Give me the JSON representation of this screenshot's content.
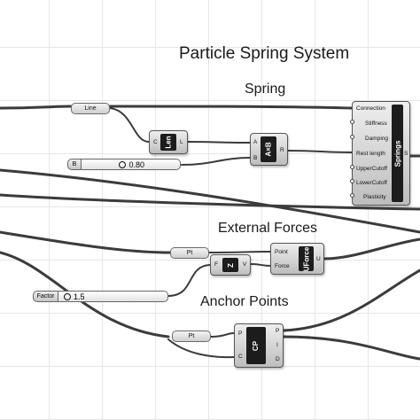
{
  "titles": {
    "main": "Particle Spring System",
    "spring": "Spring",
    "external": "External Forces",
    "anchor": "Anchor Points"
  },
  "params": {
    "line": "Line",
    "pt1": "Pt",
    "pt2": "Pt"
  },
  "sliders": {
    "b": {
      "name": "B",
      "value": "0.80"
    },
    "factor": {
      "name": "Factor",
      "value": "1.5"
    }
  },
  "components": {
    "len": {
      "name": "Len",
      "inputs": [
        "C"
      ],
      "outputs": [
        "L"
      ]
    },
    "axb": {
      "name": "A×B",
      "inputs": [
        "A",
        "B"
      ],
      "outputs": [
        "R"
      ]
    },
    "springs": {
      "name": "Springs",
      "inputs": [
        "Connection",
        "Stiffness",
        "Damping",
        "Rest length",
        "UpperCutoff",
        "LowerCutoff",
        "Plasticity"
      ],
      "outputs": [
        "S"
      ]
    },
    "uforce": {
      "name": "UForce",
      "inputs": [
        "Point",
        "Force"
      ],
      "outputs": [
        "U"
      ]
    },
    "z": {
      "name": "Z",
      "inputs": [
        "F"
      ],
      "outputs": [
        "V"
      ]
    },
    "cp": {
      "name": "CP",
      "inputs": [
        "P",
        "C"
      ],
      "outputs": [
        "P",
        "I",
        "D"
      ]
    }
  }
}
